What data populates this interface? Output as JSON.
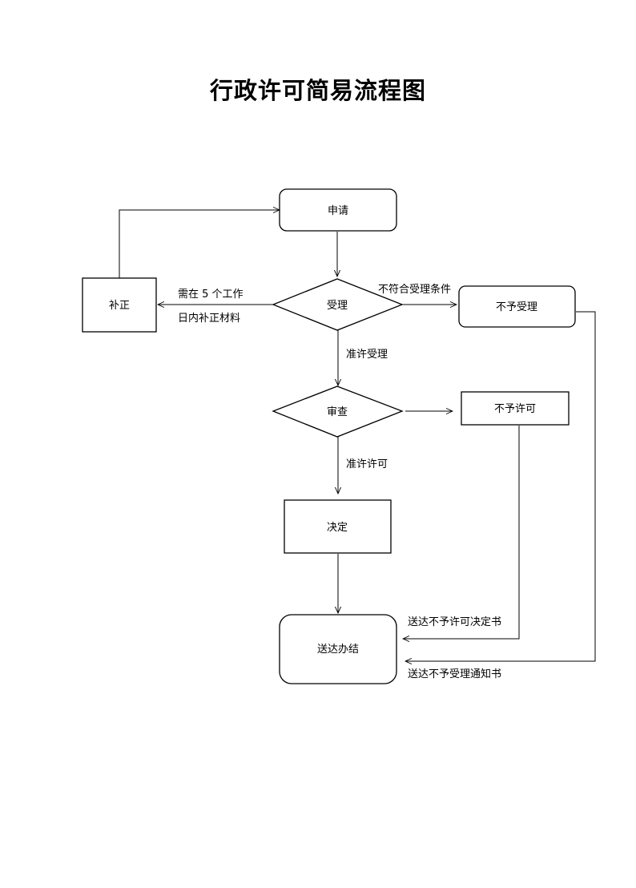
{
  "title": "行政许可简易流程图",
  "nodes": {
    "apply": "申请",
    "accept": "受理",
    "correct": "补正",
    "reject_accept": "不予受理",
    "review": "审查",
    "reject_permit": "不予许可",
    "decide": "决定",
    "deliver": "送达办结"
  },
  "edges": {
    "not_meet": "不符合受理条件",
    "correct_line1": "需在 5 个工作",
    "correct_line2": "日内补正材料",
    "allow_accept": "准许受理",
    "allow_permit": "准许许可",
    "deliver_reject_permit": "送达不予许可决定书",
    "deliver_reject_accept": "送达不予受理通知书"
  }
}
